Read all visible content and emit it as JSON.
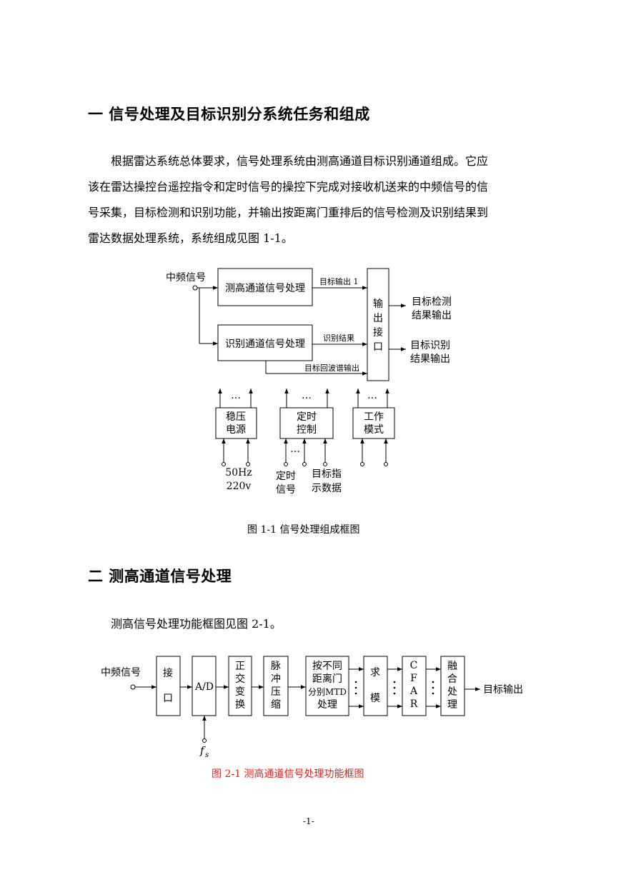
{
  "section1": {
    "title": "一  信号处理及目标识别分系统任务和组成",
    "paragraph_lines": [
      "根据雷达系统总体要求，信号处理系统由测高通道目标识别通道组成。它应",
      "该在雷达操控台遥控指令和定时信号的操控下完成对接收机送来的中频信号的信",
      "号采集，目标检测和识别功能，并输出按距离门重排后的信号检测及识别结果到",
      "雷达数据处理系统，系统组成见图 1-1。"
    ]
  },
  "figure1": {
    "input_label": "中频信号",
    "box_height_channel": "测高通道信号处理",
    "box_identify_channel": "识别通道信号处理",
    "arrow_target_out": "目标输出 1",
    "arrow_identify_result": "识别结果",
    "arrow_echo_spectrum": "目标回波谱输出",
    "output_interface": [
      "输",
      "出",
      "接",
      "口"
    ],
    "out_detect": [
      "目标检测",
      "结果输出"
    ],
    "out_identify": [
      "目标识别",
      "结果输出"
    ],
    "box_power": [
      "稳压",
      "电源"
    ],
    "box_timing": [
      "定时",
      "控制"
    ],
    "box_mode": [
      "工作",
      "模式"
    ],
    "ellipsis": "…",
    "power_input": [
      "50Hz",
      "220v"
    ],
    "timing_signal": [
      "定时",
      "信号"
    ],
    "target_indication": [
      "目标指",
      "示数据"
    ],
    "caption": "图 1-1    信号处理组成框图"
  },
  "section2": {
    "title": "二  测高通道信号处理",
    "paragraph": "测高信号处理功能框图见图 2-1。"
  },
  "figure2": {
    "input_label": "中频信号",
    "box_interface": [
      "接",
      "口"
    ],
    "box_ad": "A/D",
    "box_quadrature": [
      "正",
      "交",
      "变",
      "换"
    ],
    "box_pulse": [
      "脉",
      "冲",
      "压",
      "缩"
    ],
    "box_mtd": [
      "按不同",
      "距离门",
      "分别MTD",
      "处理"
    ],
    "box_modulus": [
      "求",
      "模"
    ],
    "box_cfar": [
      "C",
      "F",
      "A",
      "R"
    ],
    "box_fusion": [
      "融",
      "合",
      "处",
      "理"
    ],
    "output_label": "目标输出",
    "fs_label": "f",
    "fs_sub": "s",
    "caption": "图 2-1    测高通道信号处理功能框图",
    "caption_color": "#e0201b"
  },
  "page_number": "-1-"
}
